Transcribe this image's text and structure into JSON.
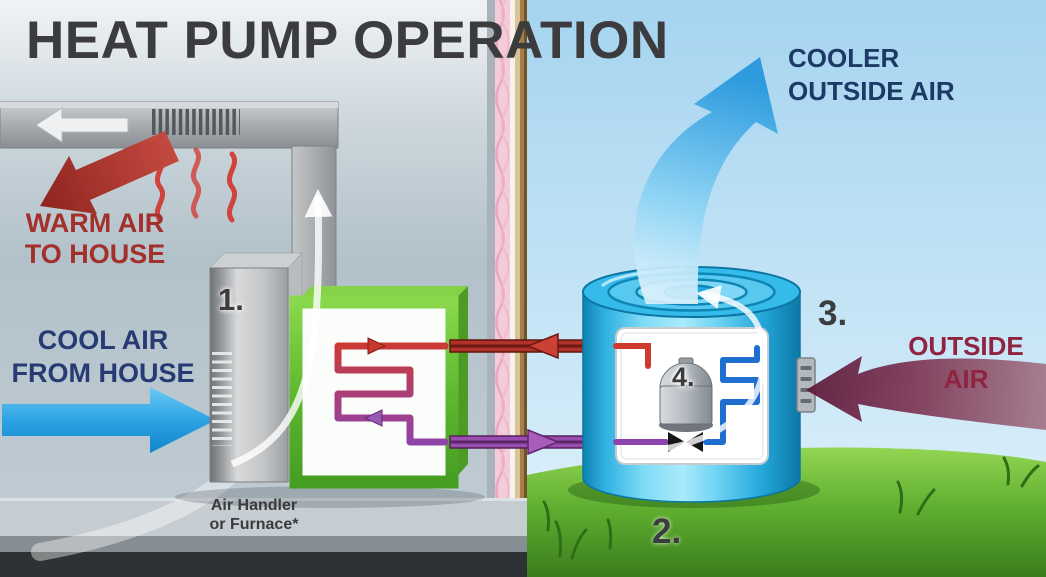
{
  "title": "HEAT PUMP OPERATION",
  "labels": {
    "warm_air": {
      "line1": "WARM AIR",
      "line2": "TO HOUSE"
    },
    "cool_air": {
      "line1": "COOL AIR",
      "line2": "FROM HOUSE"
    },
    "cooler_outside_air": {
      "line1": "COOLER",
      "line2": "OUTSIDE AIR"
    },
    "outside_air": {
      "line1": "OUTSIDE",
      "line2": "AIR"
    },
    "air_handler_caption": {
      "line1": "Air Handler",
      "line2": "or Furnace*"
    }
  },
  "step_markers": {
    "air_handler": "1.",
    "outdoor_unit": "2.",
    "fan_coil": "3.",
    "compressor": "4."
  },
  "colors": {
    "title_text": "#3c3c3e",
    "warm_air_text": "#a4302b",
    "cool_air_text": "#273a74",
    "cooler_outside_air_text": "#1d3a66",
    "outside_air_text": "#8e2440",
    "warm_arrow_red": "#a93227",
    "cool_arrow_blue": "#2da3e4",
    "coil_box_green": "#5cb531",
    "outdoor_unit_cyan": "#2eb6e8",
    "hot_refrigerant_line": "#b03228",
    "cold_refrigerant_line": "#9a4dae",
    "sky": "#a5d4ef",
    "grass": "#61b031",
    "indoor_wall": "#b2c1ca",
    "insulation_pink": "#f3cbd9"
  }
}
